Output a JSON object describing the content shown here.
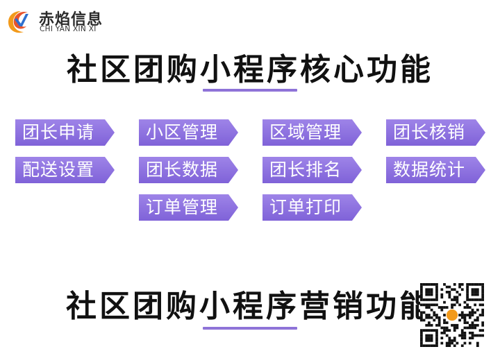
{
  "brand": {
    "name_cn": "赤焰信息",
    "name_en": "CHI YAN XIN XI"
  },
  "sections": [
    {
      "title": "社区团购小程序核心功能"
    },
    {
      "title": "社区团购小程序营销功能"
    }
  ],
  "features": [
    "团长申请",
    "小区管理",
    "区域管理",
    "团长核销",
    "配送设置",
    "团长数据",
    "团长排名",
    "数据统计",
    "订单管理",
    "订单打印"
  ],
  "colors": {
    "accent": "#8e73d8",
    "title_text": "#111111",
    "logo_orange": "#f29a1b",
    "logo_blue": "#2e6fcf"
  },
  "icons": [
    "logo-flame-icon",
    "qr-code-icon"
  ]
}
